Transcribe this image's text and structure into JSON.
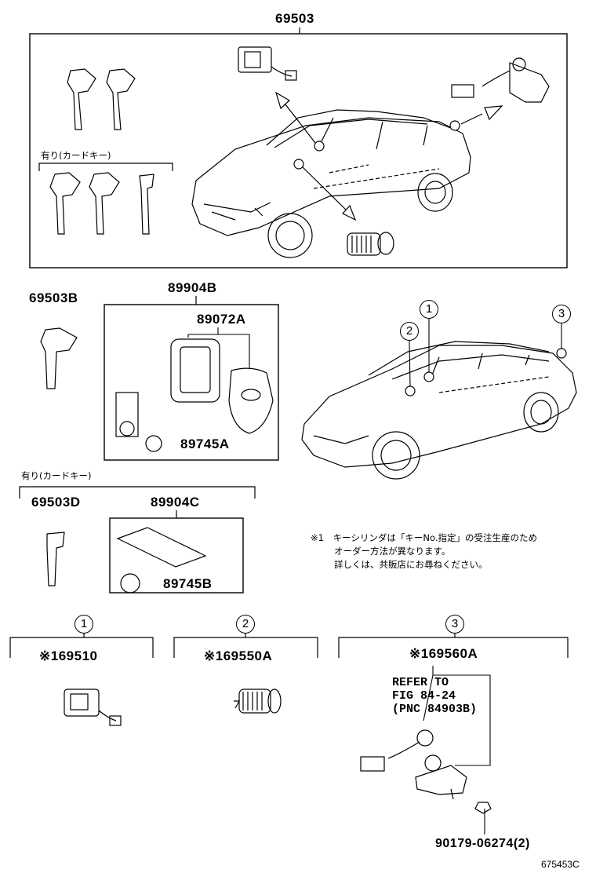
{
  "labels": {
    "top_assembly": "69503",
    "key_b": "69503B",
    "remote_assy": "89904B",
    "transmitter_housing": "89072A",
    "battery_a": "89745A",
    "key_d": "69503D",
    "card_key": "89904C",
    "battery_b": "89745B",
    "cyl_1": "※169510",
    "cyl_2": "※169550A",
    "cyl_3": "※169560A",
    "screw": "90179-06274(2)",
    "figure_id": "675453C"
  },
  "notes": {
    "card_key_1": "有り(カードキー)",
    "card_key_2": "有り(カードキー)",
    "refer_line1": "REFER TO",
    "refer_line2": "FIG 84-24",
    "refer_line3": "(PNC 84903B)",
    "footnote_mark": "※1",
    "footnote_line1": "キーシリンダは「キーNo.指定」の受注生産のため",
    "footnote_line2": "オーダー方法が異なります。",
    "footnote_line3": "詳しくは、共販店にお尋ねください。"
  },
  "callouts": {
    "c1": "1",
    "c2": "2",
    "c3": "3"
  }
}
